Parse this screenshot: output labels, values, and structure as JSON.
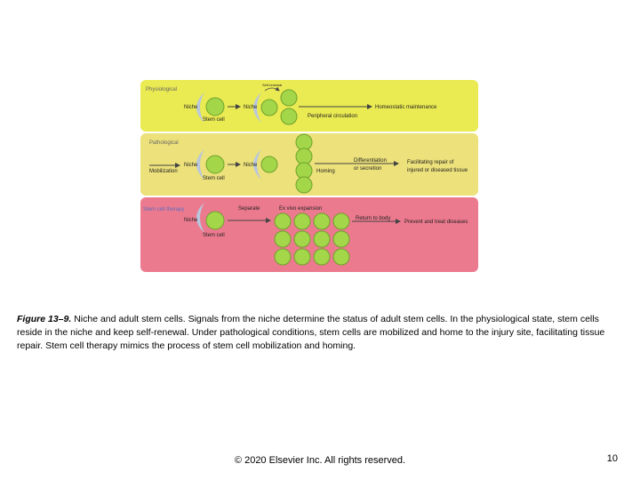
{
  "diagram": {
    "colors": {
      "physiological_bg": "#eaea52",
      "pathological_bg": "#ece17a",
      "therapy_bg": "#ec7a8e",
      "cell_fill": "#a4d64a",
      "cell_stroke": "#6ea22b",
      "niche_fill": "#b9c7de",
      "arrow": "#444444"
    },
    "panels": {
      "physiological": {
        "title": "Physiological",
        "self_renewal": "Self-renewal",
        "niche1": "Niche",
        "stem_cell": "Stem cell",
        "niche2": "Niche",
        "homeostatic": "Homeostatic maintenance",
        "peripheral": "Peripheral circulation"
      },
      "pathological": {
        "title": "Pathological",
        "mobilization": "Mobilization",
        "niche1": "Niche",
        "stem_cell": "Stem cell",
        "niche2": "Niche",
        "differentiation": "Differentiation",
        "or_secretion": "or secretion",
        "homing": "Homing",
        "facilitating1": "Facilitating repair of",
        "facilitating2": "injured or diseased tissue"
      },
      "therapy": {
        "title": "Stem cell therapy",
        "niche": "Niche",
        "stem_cell": "Stem cell",
        "separate": "Separate",
        "ex_vivo": "Ex vivo expansion",
        "return": "Return to body",
        "prevent": "Prevent and treat diseases"
      }
    }
  },
  "caption": {
    "label": "Figure 13–9.",
    "text": " Niche and adult stem cells. Signals from the niche determine the status of adult stem cells. In the physiological state, stem cells reside in the niche and keep self-renewal. Under pathological conditions, stem cells are mobilized and home to the injury site, facilitating tissue repair. Stem cell therapy mimics the process of stem cell mobilization and homing."
  },
  "footer": {
    "copyright": "© 2020 Elsevier Inc. All rights reserved.",
    "page_number": "10"
  }
}
